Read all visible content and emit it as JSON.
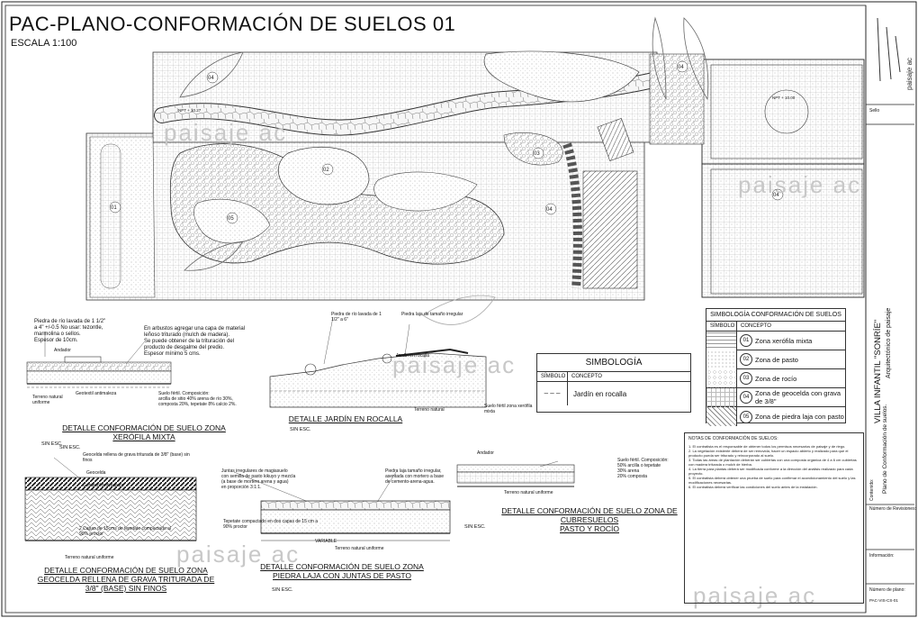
{
  "sheet": {
    "title": "PAC-PLANO-CONFORMACIÓN DE SUELOS 01",
    "scale": "ESCALA 1:100",
    "watermark": "paisaje ac"
  },
  "plan": {
    "zone_tags": [
      "04",
      "02",
      "01",
      "03",
      "05"
    ],
    "level_a": "NPT + 10.27",
    "level_b": "NPT + 10.00"
  },
  "details": [
    {
      "id": "xerofila",
      "title_line1": "DETALLE CONFORMACIÓN DE SUELO ZONA",
      "title_line2": "XERÓFILA MIXTA",
      "sin_esc": "SIN ESC.",
      "notes": [
        "Piedra de río lavada de 1 1/2\"",
        "a 4\" +/-0.5 No usar: tezontle,",
        "marmolina o sellos.",
        "Espesor de 10cm."
      ],
      "notes_right": [
        "En arbustos agregar una capa de material",
        "leñoso triturado (mulch de madera).",
        "Se puede obtener de la trituración del",
        "producto de desgalme del predio.",
        "Espesor mínimo 5 cms."
      ],
      "andador": "Andador",
      "geotextil": "Geotextil antimaleza",
      "terreno": "Terreno natural uniforme",
      "suelo": [
        "Suelo fértil. Composición:",
        "arcilla de sitio 40% arena de río 30%,",
        "composta 20%, tepetate 8% calcio 2%."
      ]
    },
    {
      "id": "rocalla",
      "title": "DETALLE JARDÍN EN ROCALLA",
      "sin_esc": "SIN ESC.",
      "piedra_rio": "Piedra de río lavada de 1 1/2\" a 6\"",
      "piedra_laja": "Piedra laja de tamaño irregular",
      "jardin": "Jardín en rocalla",
      "terreno": "Terreno natural",
      "suelo": "Suelo fértil zona xerófila mixta"
    },
    {
      "id": "geocelda",
      "title_line1": "DETALLE CONFORMACIÓN DE SUELO ZONA",
      "title_line2": "GEOCELDA RELLENA DE GRAVA TRITURADA DE",
      "title_line3": "3/8\" (BASE) SIN FINOS",
      "sin_esc": "SIN ESC.",
      "geocelda_fill": "Geocelda rellena de grava triturada de 3/8\" (base) sin finos",
      "geocelda": "Geocelda",
      "geotextil": "Geotextil antimaleza",
      "tepetate": "2 Capas de 15cms de tepetate compactado al 90% proctor",
      "terreno": "Terreno natural uniforme"
    },
    {
      "id": "laja",
      "title_line1": "DETALLE CONFORMACIÓN DE SUELO ZONA",
      "title_line2": "PIEDRA LAJA CON JUNTAS DE PASTO",
      "sin_esc": "SIN ESC.",
      "juntas": [
        "Juntas irregulares de magiasuelo",
        "con semilla de pasto kikuyo y mezcla",
        "(a base de mortero arena y agua)",
        "en proporción 3:1:1."
      ],
      "piedra": [
        "Piedra laja tamaño irregular,",
        "asentada con mortero a base",
        "de cemento-arena-agua."
      ],
      "tepetate": "Tepetate compactado en dos capas de 15 cm a 90% proctor",
      "variable": "VARIABLE",
      "terreno": "Terreno natural uniforme"
    },
    {
      "id": "cubresuelos",
      "title_line1": "DETALLE CONFORMACIÓN DE SUELO ZONA DE CUBRESUELOS",
      "title_line2": "PASTO Y ROCÍO",
      "sin_esc": "SIN ESC.",
      "andador": "Andador",
      "suelo": [
        "Suelo fértil. Composición:",
        "50% arcilla o tepetate",
        "30% arena",
        "20% composta"
      ],
      "terreno": "Terreno natural uniforme"
    }
  ],
  "simbologia_small": {
    "title": "SIMBOLOGÍA",
    "col1": "SÍMBOLO",
    "col2": "CONCEPTO",
    "row": "Jardín en rocalla"
  },
  "simbologia_zonas": {
    "title": "SIMBOLOGÍA CONFORMACIÓN DE SUELOS",
    "col1": "SÍMBOLO",
    "col2": "CONCEPTO",
    "rows": [
      {
        "num": "01",
        "label": "Zona xerófila mixta"
      },
      {
        "num": "02",
        "label": "Zona de pasto"
      },
      {
        "num": "03",
        "label": "Zona de rocío"
      },
      {
        "num": "04",
        "label": "Zona de geocelda con grava de 3/8\""
      },
      {
        "num": "05",
        "label": "Zona de piedra laja con pasto"
      }
    ]
  },
  "notes": {
    "title": "NOTAS DE CONFORMACIÓN DE SUELOS:",
    "items": [
      "1. El contratista es el responsable de obtener todos los permisos necesarios de paisaje y de riego.",
      "2. La vegetación existente deberá de ser removida, hacer un espacio abierto y realizado para que el producto pueda ser triturado y reincorporado al suelo.",
      "3. Todas las áreas de plantación deberán ser cubiertas con una composta orgánica de 4 a 6 cm cubiertas con madera triturada o mulch de hierba.",
      "4. La tierra para plantas deberá ser modificada conforme a la dirección del análisis realizado para cada proyecto.",
      "5. El contratista deberá obtener una prueba de suelo para confirmar el acondicionamiento del suelo y las modificaciones necesarias.",
      "6. El contratista deberá verificar las condiciones del suelo antes de la instalación."
    ]
  },
  "right_panel": {
    "logo": "paisaje ac",
    "sello": "Sello",
    "project": "VILLA INFANTIL \"SONRÍE\"",
    "subtitle": "Arquitectónico de paisaje",
    "contenido": "Contenido:",
    "plano": "Plano de Conformación de suelos.",
    "num_rev": "Número de Revisiones:",
    "info": "Información:",
    "num_plano": "Número de plano:",
    "plano_code": "PAC-VIS-CS-01"
  }
}
